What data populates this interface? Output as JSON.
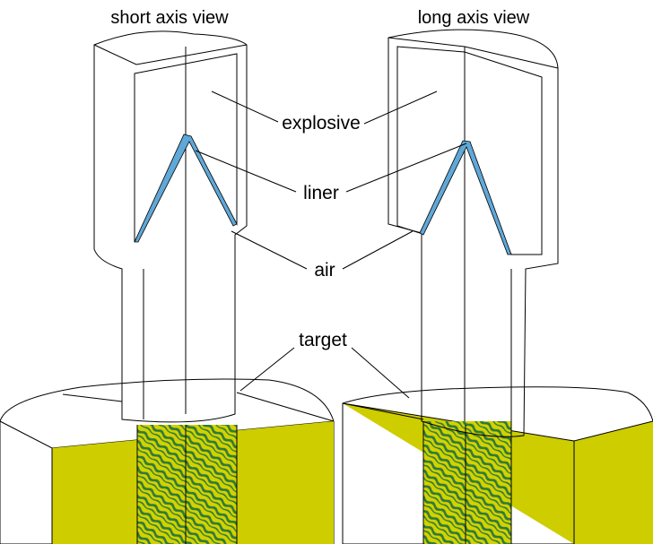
{
  "views": {
    "left_title": "short axis view",
    "right_title": "long axis view"
  },
  "labels": {
    "explosive": "explosive",
    "liner": "liner",
    "air": "air",
    "target": "target"
  },
  "colors": {
    "casing": "#2a8a4a",
    "explosive": "#c8001e",
    "liner": "#5fa8d8",
    "target": "#d2d200",
    "target_side": "#c6c600",
    "target_dark": "#2f7a3a"
  }
}
